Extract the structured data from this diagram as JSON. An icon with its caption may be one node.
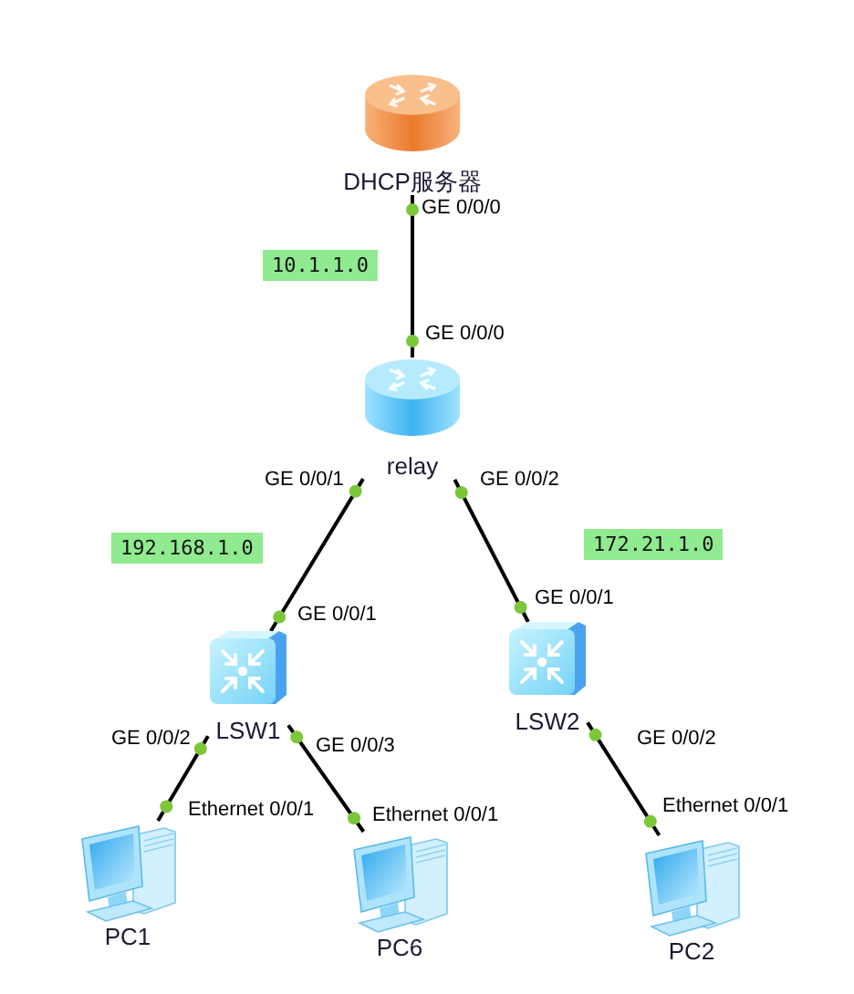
{
  "diagram": {
    "nodes": [
      {
        "text": [
          "DHCP服务器"
        ]
      },
      {
        "text": [
          "10.1.1.0"
        ]
      },
      {
        "text": [
          "relay"
        ]
      },
      {
        "text": [
          "192.168.1.0"
        ]
      },
      {
        "text": [
          "172.21.1.0"
        ]
      },
      {
        "text": [
          "LSW1"
        ]
      },
      {
        "text": [
          "LSW2"
        ]
      },
      {
        "text": [
          "PC1"
        ]
      },
      {
        "text": [
          "PC6"
        ]
      },
      {
        "text": [
          "PC2"
        ]
      }
    ],
    "edges": [
      {
        "from": 0,
        "to": 2,
        "arrow": "none"
      },
      {
        "from": 2,
        "to": 5,
        "arrow": "none"
      },
      {
        "from": 2,
        "to": 6,
        "arrow": "none"
      },
      {
        "from": 5,
        "to": 7,
        "arrow": "none"
      },
      {
        "from": 5,
        "to": 8,
        "arrow": "none"
      },
      {
        "from": 6,
        "to": 9,
        "arrow": "none"
      }
    ],
    "labels": [
      "GE 0/0/0",
      "GE 0/0/0",
      "GE 0/0/1",
      "GE 0/0/2",
      "GE 0/0/1",
      "GE 0/0/1",
      "GE 0/0/2",
      "GE 0/0/3",
      "GE 0/0/2",
      "Ethernet 0/0/1",
      "Ethernet 0/0/1",
      "Ethernet 0/0/1"
    ]
  }
}
